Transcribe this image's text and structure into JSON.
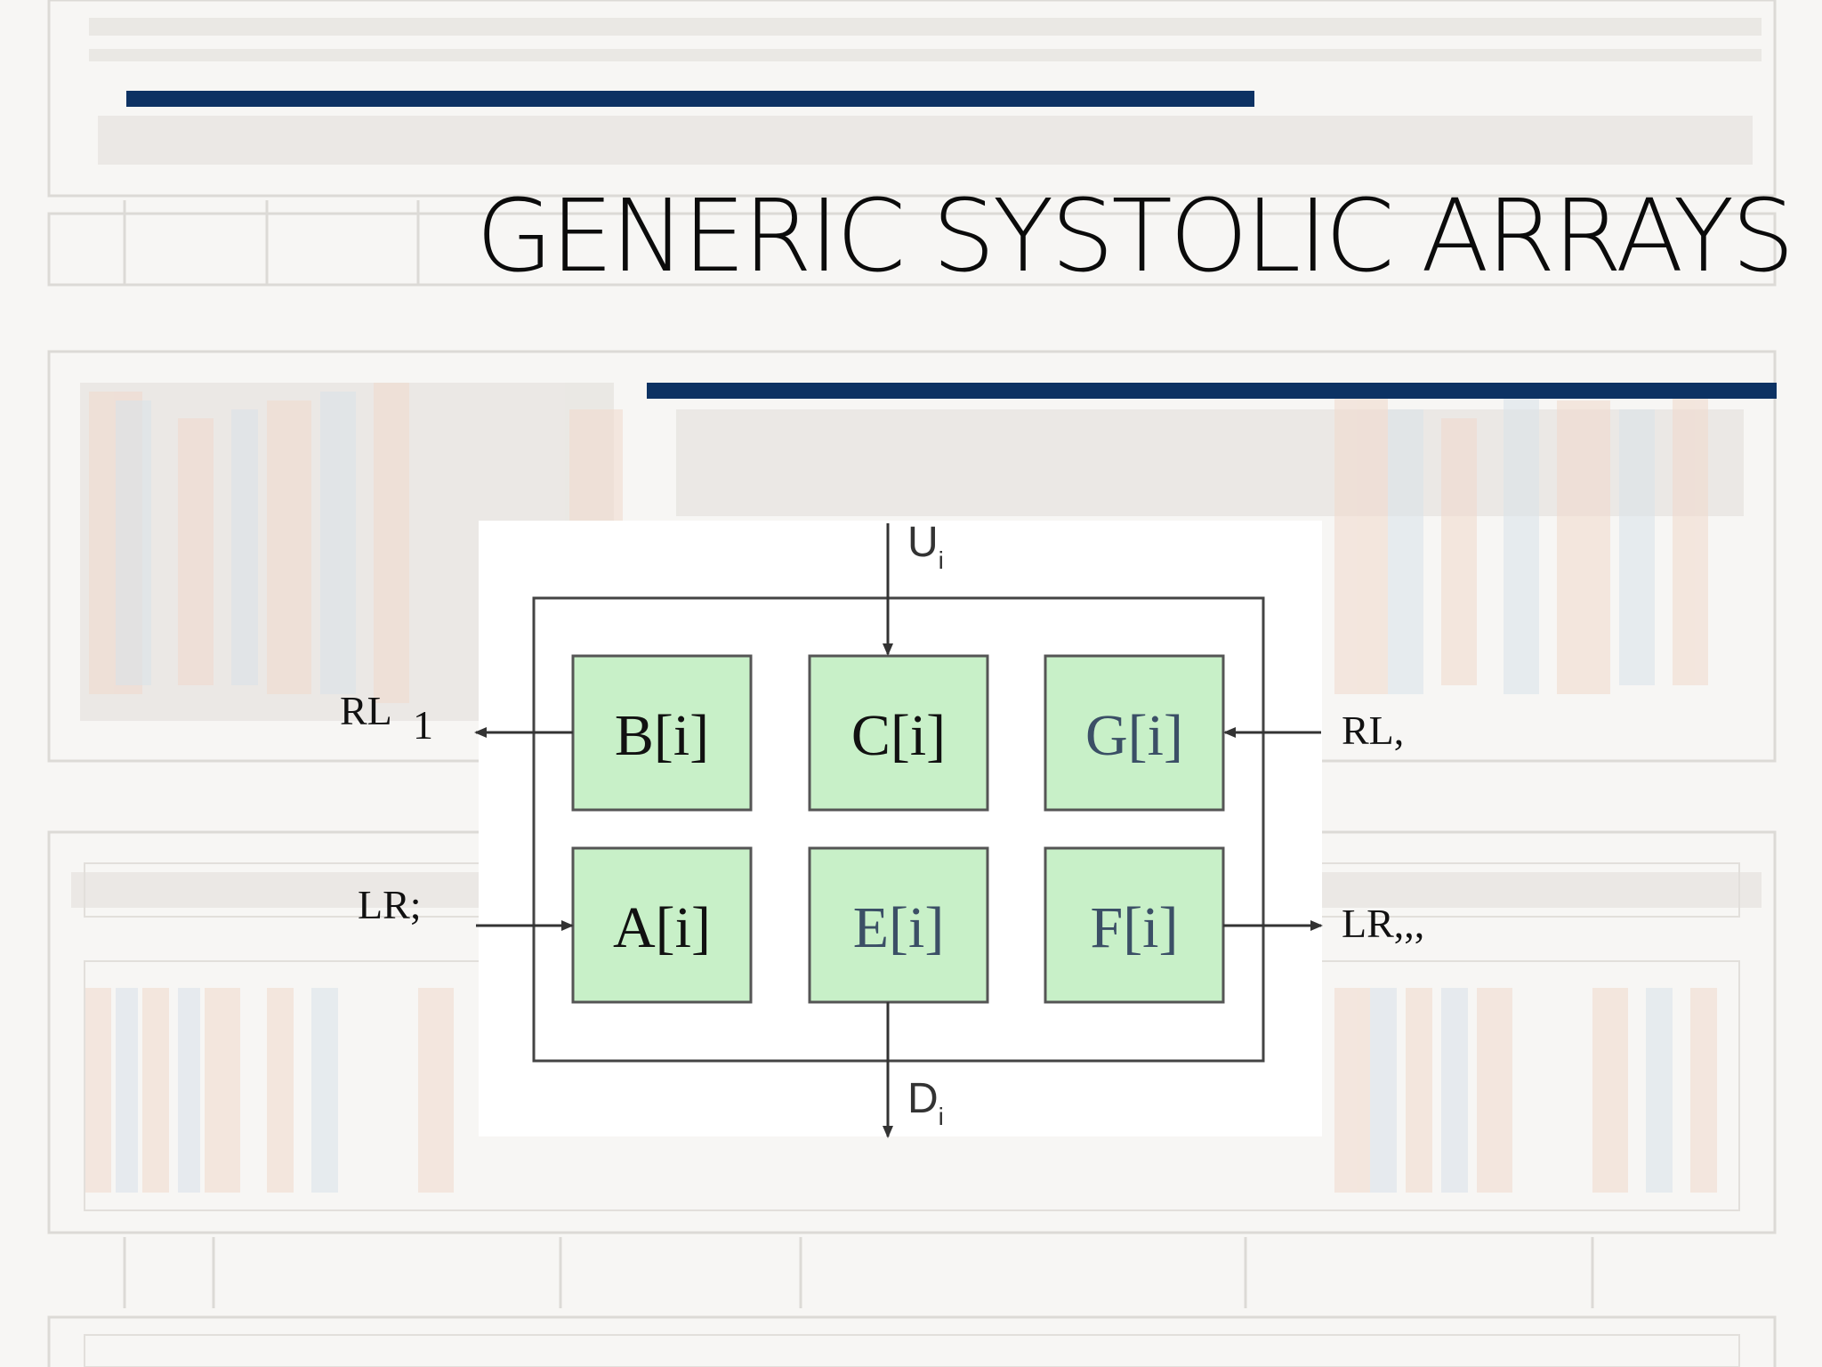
{
  "slide": {
    "title": "GENERIC SYSTOLIC ARRAYS"
  },
  "colors": {
    "accent_bar": "#0d3263",
    "cell_fill": "#c8f0c8",
    "cell_border": "#555555",
    "diagram_bg": "#ffffff"
  },
  "diagram": {
    "cells": [
      {
        "id": "B",
        "label": "B[i]"
      },
      {
        "id": "C",
        "label": "C[i]"
      },
      {
        "id": "G",
        "label": "G[i]"
      },
      {
        "id": "A",
        "label": "A[i]"
      },
      {
        "id": "E",
        "label": "E[i]"
      },
      {
        "id": "F",
        "label": "F[i]"
      }
    ],
    "inputs_outputs": {
      "top_input": {
        "main": "U",
        "sub": "i"
      },
      "bottom_output": {
        "main": "D",
        "sub": "i"
      },
      "left_top_output": {
        "main": "RL",
        "sub": "1"
      },
      "left_bottom_input": {
        "main": "LR;"
      },
      "right_top_input": {
        "main": "RL,"
      },
      "right_bottom_output": {
        "main": "LR,,,"
      }
    }
  }
}
